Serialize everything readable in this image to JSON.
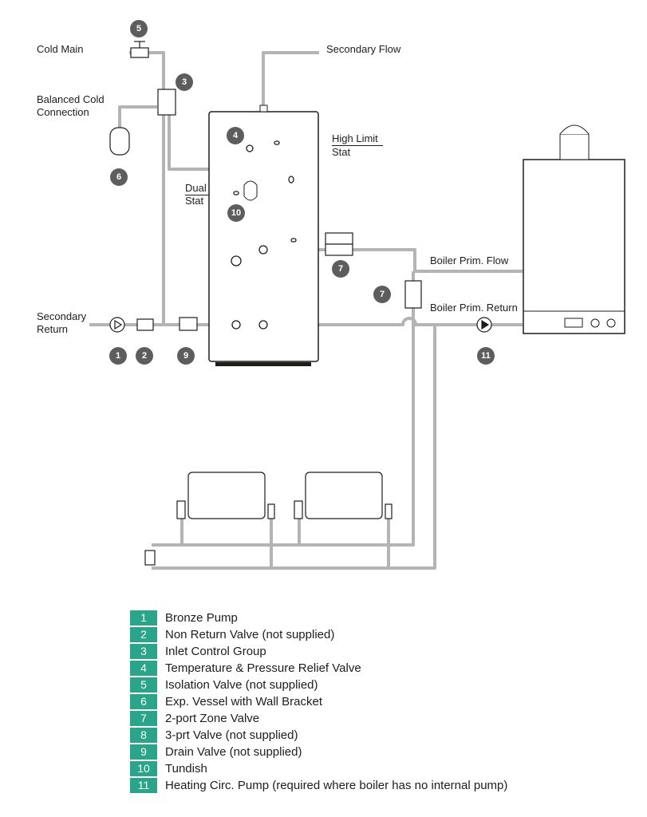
{
  "labels": {
    "cold_main": "Cold Main",
    "balanced_cold": "Balanced Cold\nConnection",
    "secondary_flow": "Secondary Flow",
    "high_limit": "High Limit",
    "high_limit_stat": "Stat",
    "dual": "Dual",
    "dual_stat": "Stat",
    "secondary_return": "Secondary\nReturn",
    "boiler_prim_flow": "Boiler Prim. Flow",
    "boiler_prim_return": "Boiler Prim. Return"
  },
  "badges": [
    "1",
    "2",
    "3",
    "4",
    "5",
    "6",
    "7",
    "7",
    "9",
    "10",
    "11"
  ],
  "legend": [
    {
      "num": "1",
      "text": "Bronze Pump"
    },
    {
      "num": "2",
      "text": "Non Return Valve (not supplied)"
    },
    {
      "num": "3",
      "text": "Inlet Control Group"
    },
    {
      "num": "4",
      "text": "Temperature & Pressure Relief Valve"
    },
    {
      "num": "5",
      "text": "Isolation Valve (not supplied)"
    },
    {
      "num": "6",
      "text": "Exp. Vessel with Wall Bracket"
    },
    {
      "num": "7",
      "text": "2-port Zone Valve"
    },
    {
      "num": "8",
      "text": "3-prt Valve (not supplied)"
    },
    {
      "num": "9",
      "text": "Drain Valve (not supplied)"
    },
    {
      "num": "10",
      "text": "Tundish"
    },
    {
      "num": "11",
      "text": "Heating Circ. Pump (required where boiler has no internal pump)"
    }
  ],
  "colors": {
    "pipe": "#b2b2b2",
    "badge": "#5d5d5d",
    "legend_accent": "#2aa58a"
  }
}
